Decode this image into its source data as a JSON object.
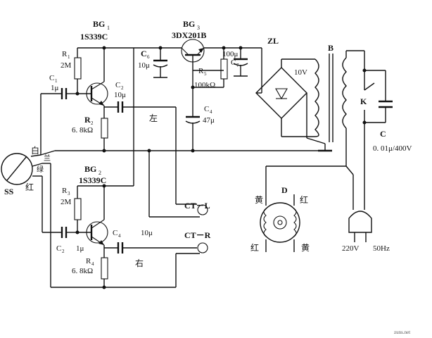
{
  "labels": {
    "bg1": "BG",
    "bg1_sub": "1",
    "bg1_part": "1S339C",
    "bg2": "BG",
    "bg2_sub": "2",
    "bg2_part": "1S339C",
    "bg3": "BG",
    "bg3_sub": "3",
    "bg3_part": "3DX201B",
    "r1": "R",
    "r1_sub": "1",
    "r1_val": "2M",
    "r2": "R",
    "r2_sub": "2",
    "r2_val": "6. 8kΩ",
    "r3": "R",
    "r3_sub": "3",
    "r3_val": "2M",
    "r4": "R",
    "r4_sub": "4",
    "r4_val": "6. 8kΩ",
    "r5": "R",
    "r5_sub": "5",
    "r5_val": "100kΩ",
    "c1": "C",
    "c1_sub": "1",
    "c1_val": "1μ",
    "c2_top": "C",
    "c2_top_sub": "2",
    "c2_top_val": "10μ",
    "c2_bot": "C",
    "c2_bot_sub": "2",
    "c2_bot_val": "1μ",
    "c4_bot": "C",
    "c4_bot_sub": "4",
    "c4_bot_val": "10μ",
    "c4_mid": "C",
    "c4_mid_sub": "4",
    "c4_mid_val": "47μ",
    "c6": "C",
    "c6_sub": "6",
    "c6_val": "10μ",
    "c7": "C",
    "c7_sub": "7",
    "c7_val": "100μ",
    "zl": "ZL",
    "b": "B",
    "v10": "10V",
    "k": "K",
    "c_main": "C",
    "c_main_val": "0. 01μ/400V",
    "d": "D",
    "ss": "SS",
    "left_cn": "左",
    "right_cn": "右",
    "ct_l": "CT－L",
    "ct_r": "CT－R",
    "white_cn": "白",
    "blue_cn": "兰",
    "green_cn": "绿",
    "red_cn": "红",
    "yellow_tl": "黄",
    "red_tr": "红",
    "red_bl": "红",
    "yellow_br": "黄",
    "v220": "220V",
    "hz50": "50Hz",
    "watermark": "zuns.net"
  }
}
